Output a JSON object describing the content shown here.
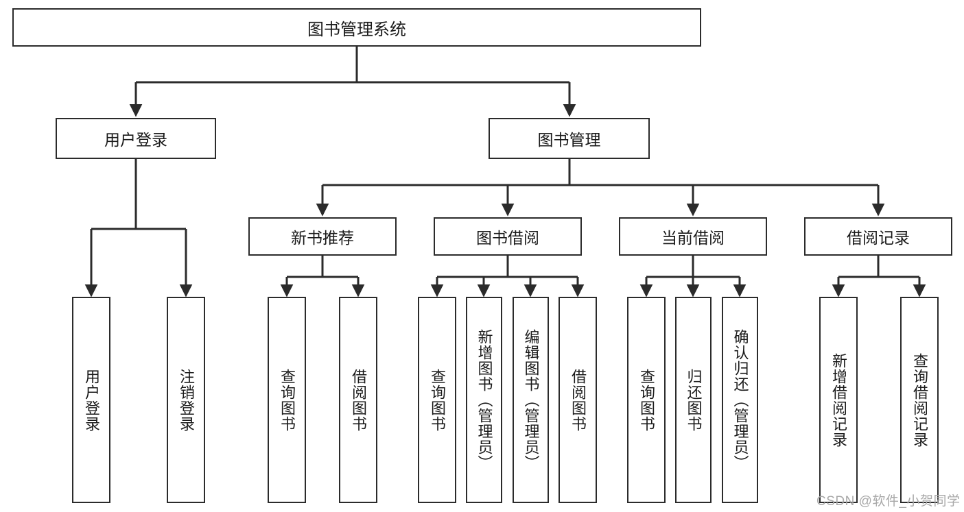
{
  "diagram": {
    "title": "图书管理系统",
    "type": "tree-hierarchy",
    "stroke_color": "#2b2b2b",
    "fill_color": "#ffffff",
    "text_color": "#1a1a1a"
  },
  "nodes": {
    "root": {
      "label": "图书管理系统"
    },
    "level2": [
      {
        "id": "user-login",
        "label": "用户登录"
      },
      {
        "id": "book-management",
        "label": "图书管理"
      }
    ],
    "level3": [
      {
        "id": "new-book-recommend",
        "label": "新书推荐"
      },
      {
        "id": "book-borrow",
        "label": "图书借阅"
      },
      {
        "id": "current-borrow",
        "label": "当前借阅"
      },
      {
        "id": "borrow-record",
        "label": "借阅记录"
      }
    ],
    "leaves": [
      {
        "id": "leaf-user-login",
        "label": "用户登录",
        "parent": "user-login"
      },
      {
        "id": "leaf-logout",
        "label": "注销登录",
        "parent": "user-login"
      },
      {
        "id": "leaf-query-book-1",
        "label": "查询图书",
        "parent": "new-book-recommend"
      },
      {
        "id": "leaf-borrow-book-1",
        "label": "借阅图书",
        "parent": "new-book-recommend"
      },
      {
        "id": "leaf-query-book-2",
        "label": "查询图书",
        "parent": "book-borrow"
      },
      {
        "id": "leaf-add-book",
        "label": "新增图书（管理员）",
        "parent": "book-borrow"
      },
      {
        "id": "leaf-edit-book",
        "label": "编辑图书（管理员）",
        "parent": "book-borrow"
      },
      {
        "id": "leaf-borrow-book-2",
        "label": "借阅图书",
        "parent": "book-borrow"
      },
      {
        "id": "leaf-query-book-3",
        "label": "查询图书",
        "parent": "current-borrow"
      },
      {
        "id": "leaf-return-book",
        "label": "归还图书",
        "parent": "current-borrow"
      },
      {
        "id": "leaf-confirm-return",
        "label": "确认归还（管理员）",
        "parent": "current-borrow"
      },
      {
        "id": "leaf-add-record",
        "label": "新增借阅记录",
        "parent": "borrow-record"
      },
      {
        "id": "leaf-query-record",
        "label": "查询借阅记录",
        "parent": "borrow-record"
      }
    ]
  },
  "watermark": {
    "text": "CSDN @软件_小贺同学"
  }
}
